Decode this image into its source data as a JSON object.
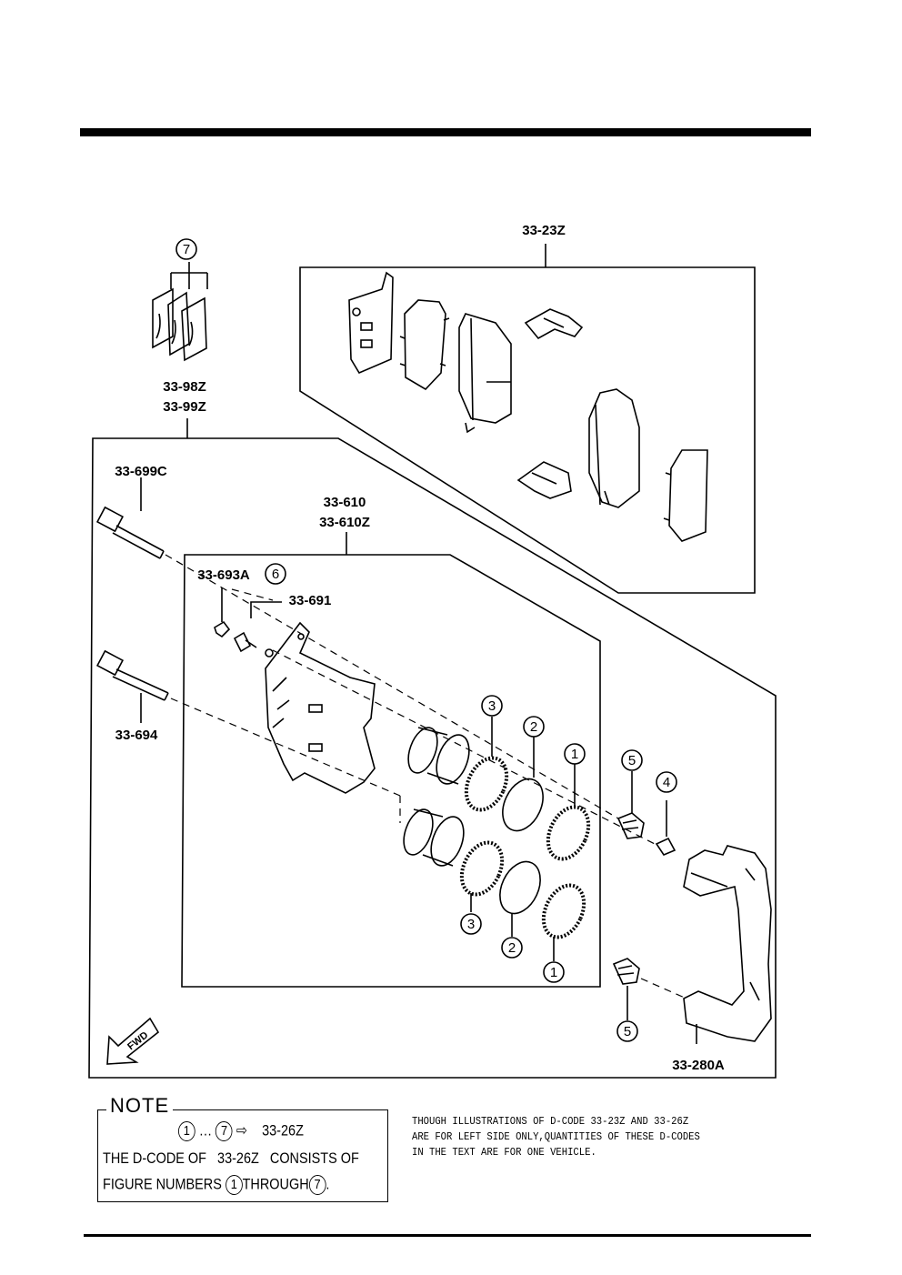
{
  "labels": {
    "pad_kit": "33-23Z",
    "caliper_assy_1": "33-98Z",
    "caliper_assy_2": "33-99Z",
    "bolt_upper": "33-699C",
    "caliper_body_1": "33-610",
    "caliper_body_2": "33-610Z",
    "bleeder_cap": "33-693A",
    "bleeder_screw": "33-691",
    "bolt_lower": "33-694",
    "bracket": "33-280A"
  },
  "callouts": {
    "seal_outer": "1",
    "seal_ring": "2",
    "boot": "3",
    "sleeve": "4",
    "dust_boot": "5",
    "bleeder_group": "6",
    "pad_group": "7"
  },
  "note": {
    "title": "NOTE",
    "range_from": "1",
    "range_to": "7",
    "range_separator": "…",
    "arrow": "⇨",
    "kit_code": "33-26Z",
    "line2_prefix": "THE D-CODE OF",
    "line2_code": "33-26Z",
    "line2_suffix": "CONSISTS OF",
    "line3_prefix": "FIGURE NUMBERS",
    "line3_from": "1",
    "line3_mid": "THROUGH",
    "line3_to": "7",
    "line3_end": "."
  },
  "disclaimer": {
    "line1": "THOUGH ILLUSTRATIONS OF D-CODE 33-23Z AND 33-26Z",
    "line2": "ARE FOR LEFT SIDE ONLY,QUANTITIES OF THESE D-CODES",
    "line3": "IN THE TEXT ARE FOR ONE VEHICLE."
  },
  "fwd_arrow_label": "FWD"
}
